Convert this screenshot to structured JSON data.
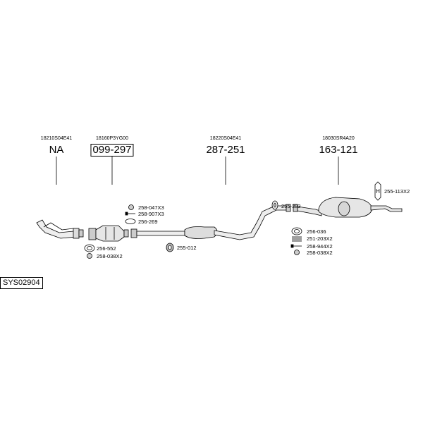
{
  "system_code": "SYS02904",
  "assemblies": [
    {
      "oem": "18210S04E41",
      "part": "NA"
    },
    {
      "oem": "18160P3YG00",
      "part": "099-297"
    },
    {
      "oem": "18220S04E41",
      "part": "287-251"
    },
    {
      "oem": "18030SR4A20",
      "part": "163-121"
    }
  ],
  "hardware": {
    "front_ring": "256-552",
    "front_bolts": "258-038X2",
    "cat_nut": "258-047X3",
    "cat_bolt": "258-907X3",
    "cat_gasket": "256-269",
    "mid_hanger": "255-012",
    "rear_hanger": "255-383",
    "rear_ring": "256-036",
    "rear_spring": "251-203X2",
    "rear_bolt": "258-944X2",
    "rear_nut": "258-038X2",
    "tail_hanger": "255-113X2"
  },
  "icons": [
    "nut-icon",
    "bolt-icon",
    "gasket-icon",
    "rubber-hanger-icon",
    "spring-icon",
    "clamp-icon"
  ]
}
